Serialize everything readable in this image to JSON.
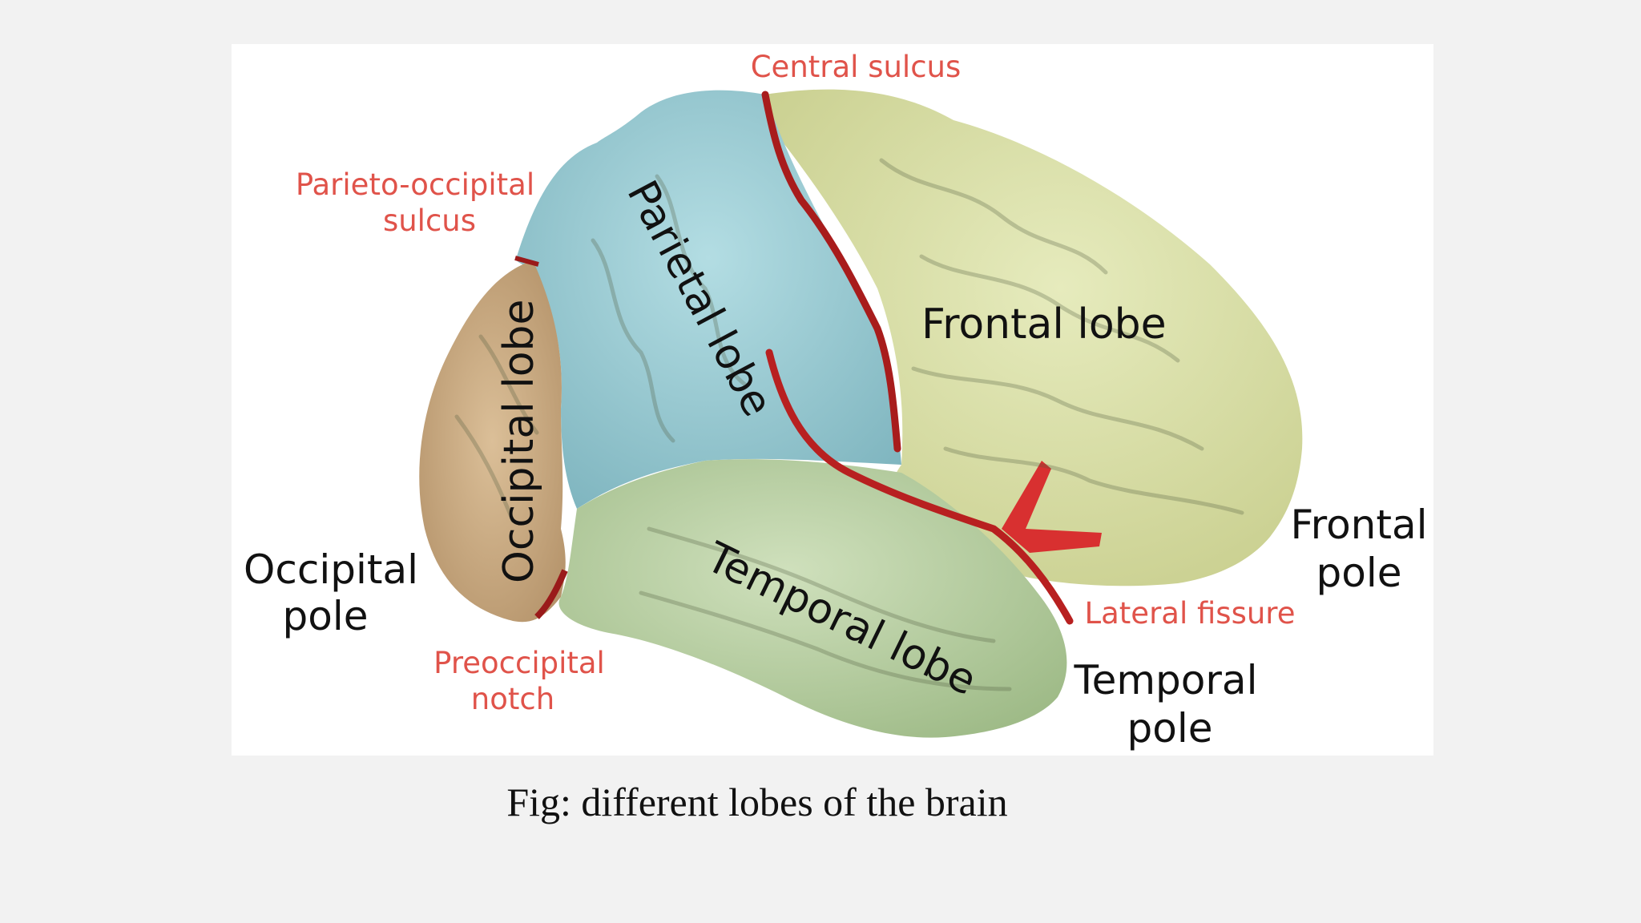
{
  "diagram": {
    "lobes": {
      "frontal": "Frontal lobe",
      "parietal": "Parietal lobe",
      "occipital": "Occipital lobe",
      "temporal": "Temporal lobe"
    },
    "landmarks": {
      "central_sulcus": "Central sulcus",
      "parieto_occipital_line1": "Parieto-occipital",
      "parieto_occipital_line2": "sulcus",
      "preoccipital_line1": "Preoccipital",
      "preoccipital_line2": "notch",
      "lateral_fissure": "Lateral fissure"
    },
    "poles": {
      "occipital_line1": "Occipital",
      "occipital_line2": "pole",
      "frontal_line1": "Frontal",
      "frontal_line2": "pole",
      "temporal_line1": "Temporal",
      "temporal_line2": "pole"
    },
    "colors": {
      "frontal": "#d9dea8",
      "parietal": "#9ccbd2",
      "occipital": "#c8a880",
      "temporal": "#b9cfa3",
      "sulcus": "#b02020",
      "label_red": "#e0534a"
    }
  },
  "caption": "Fig: different lobes of the brain"
}
